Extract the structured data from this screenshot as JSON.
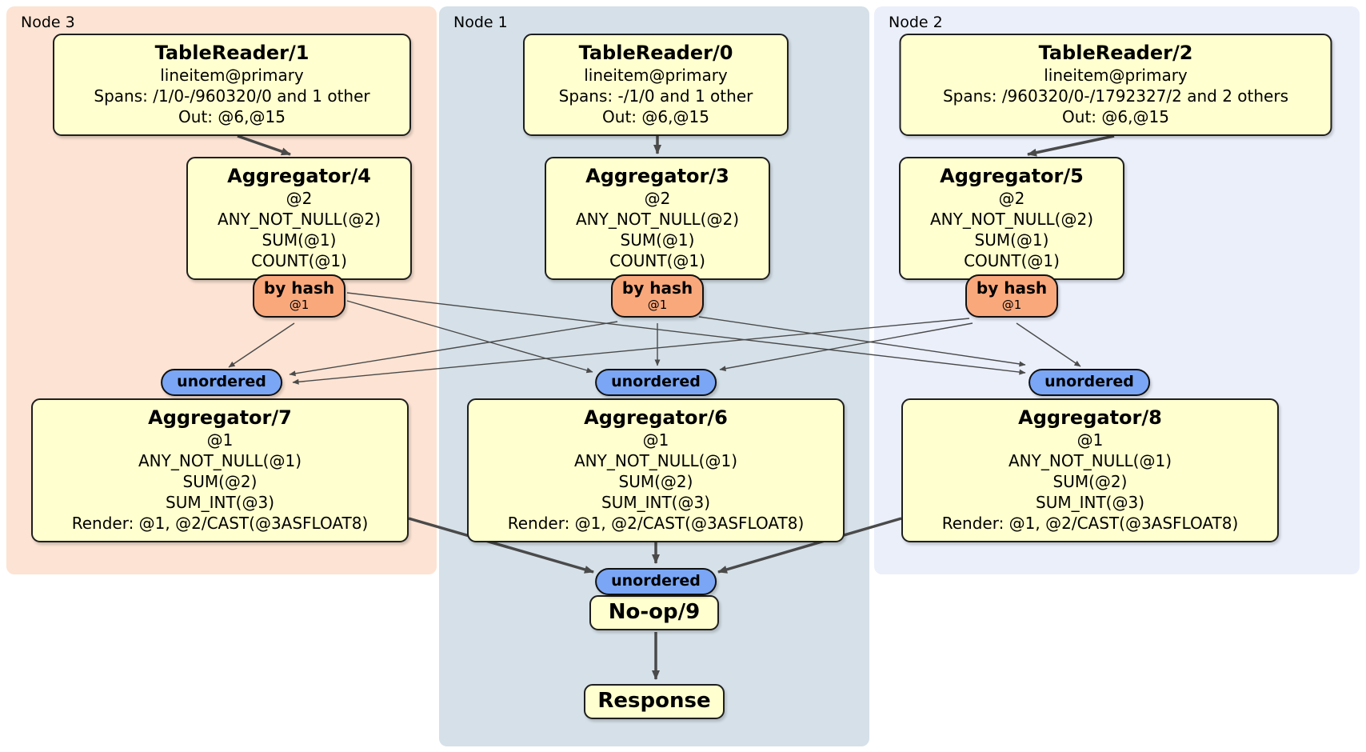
{
  "panels": {
    "node3": {
      "label": "Node 3"
    },
    "node1": {
      "label": "Node 1"
    },
    "node2": {
      "label": "Node 2"
    }
  },
  "processors": {
    "tr1": {
      "title": "TableReader/1",
      "lines": [
        "lineitem@primary",
        "Spans: /1/0-/960320/0 and 1 other",
        "Out: @6,@15"
      ]
    },
    "tr0": {
      "title": "TableReader/0",
      "lines": [
        "lineitem@primary",
        "Spans: -/1/0 and 1 other",
        "Out: @6,@15"
      ]
    },
    "tr2": {
      "title": "TableReader/2",
      "lines": [
        "lineitem@primary",
        "Spans: /960320/0-/1792327/2 and 2 others",
        "Out: @6,@15"
      ]
    },
    "agg4": {
      "title": "Aggregator/4",
      "lines": [
        "@2",
        "ANY_NOT_NULL(@2)",
        "SUM(@1)",
        "COUNT(@1)"
      ]
    },
    "agg3": {
      "title": "Aggregator/3",
      "lines": [
        "@2",
        "ANY_NOT_NULL(@2)",
        "SUM(@1)",
        "COUNT(@1)"
      ]
    },
    "agg5": {
      "title": "Aggregator/5",
      "lines": [
        "@2",
        "ANY_NOT_NULL(@2)",
        "SUM(@1)",
        "COUNT(@1)"
      ]
    },
    "agg7": {
      "title": "Aggregator/7",
      "lines": [
        "@1",
        "ANY_NOT_NULL(@1)",
        "SUM(@2)",
        "SUM_INT(@3)",
        "Render: @1, @2/CAST(@3ASFLOAT8)"
      ]
    },
    "agg6": {
      "title": "Aggregator/6",
      "lines": [
        "@1",
        "ANY_NOT_NULL(@1)",
        "SUM(@2)",
        "SUM_INT(@3)",
        "Render: @1, @2/CAST(@3ASFLOAT8)"
      ]
    },
    "agg8": {
      "title": "Aggregator/8",
      "lines": [
        "@1",
        "ANY_NOT_NULL(@1)",
        "SUM(@2)",
        "SUM_INT(@3)",
        "Render: @1, @2/CAST(@3ASFLOAT8)"
      ]
    },
    "noop": {
      "title": "No-op/9"
    },
    "response": {
      "title": "Response"
    }
  },
  "routers": {
    "hash4": {
      "label": "by hash",
      "detail": "@1"
    },
    "hash3": {
      "label": "by hash",
      "detail": "@1"
    },
    "hash5": {
      "label": "by hash",
      "detail": "@1"
    }
  },
  "syncs": {
    "sync7": {
      "label": "unordered"
    },
    "sync6": {
      "label": "unordered"
    },
    "sync8": {
      "label": "unordered"
    },
    "sync9": {
      "label": "unordered"
    }
  },
  "colors": {
    "node3_bg": "#fce3d3",
    "node1_bg": "#d5e0e8",
    "node2_bg": "#eaeffa",
    "processor_bg": "#ffffcf",
    "router_bg": "#f9a87c",
    "sync_bg": "#7aa6f5",
    "edge_color": "#4a4a4a"
  }
}
